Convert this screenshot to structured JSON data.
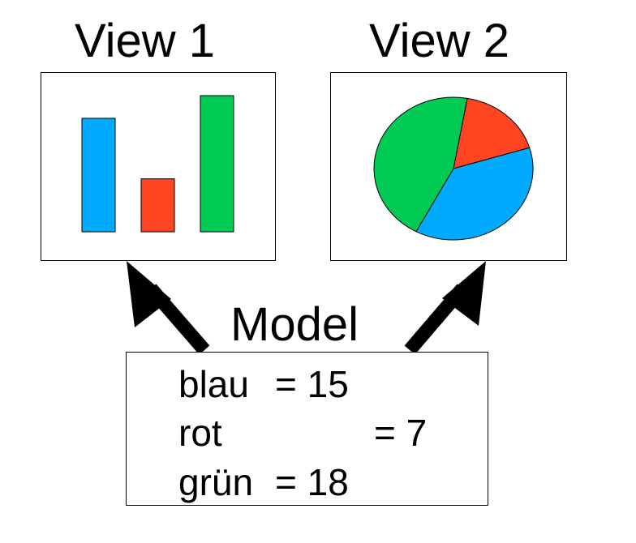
{
  "views": [
    {
      "title": "View 1",
      "type": "bar"
    },
    {
      "title": "View 2",
      "type": "pie"
    }
  ],
  "model": {
    "title": "Model",
    "lines": [
      {
        "label": "blau",
        "op": "= 15"
      },
      {
        "label": "rot",
        "op": "= 7"
      },
      {
        "label": "grün",
        "op": "= 18"
      }
    ]
  },
  "chart_data": {
    "type": "bar",
    "categories": [
      "blau",
      "rot",
      "grün"
    ],
    "values": [
      15,
      7,
      18
    ],
    "colors": [
      "#00aaff",
      "#ff4422",
      "#00cc55"
    ]
  }
}
